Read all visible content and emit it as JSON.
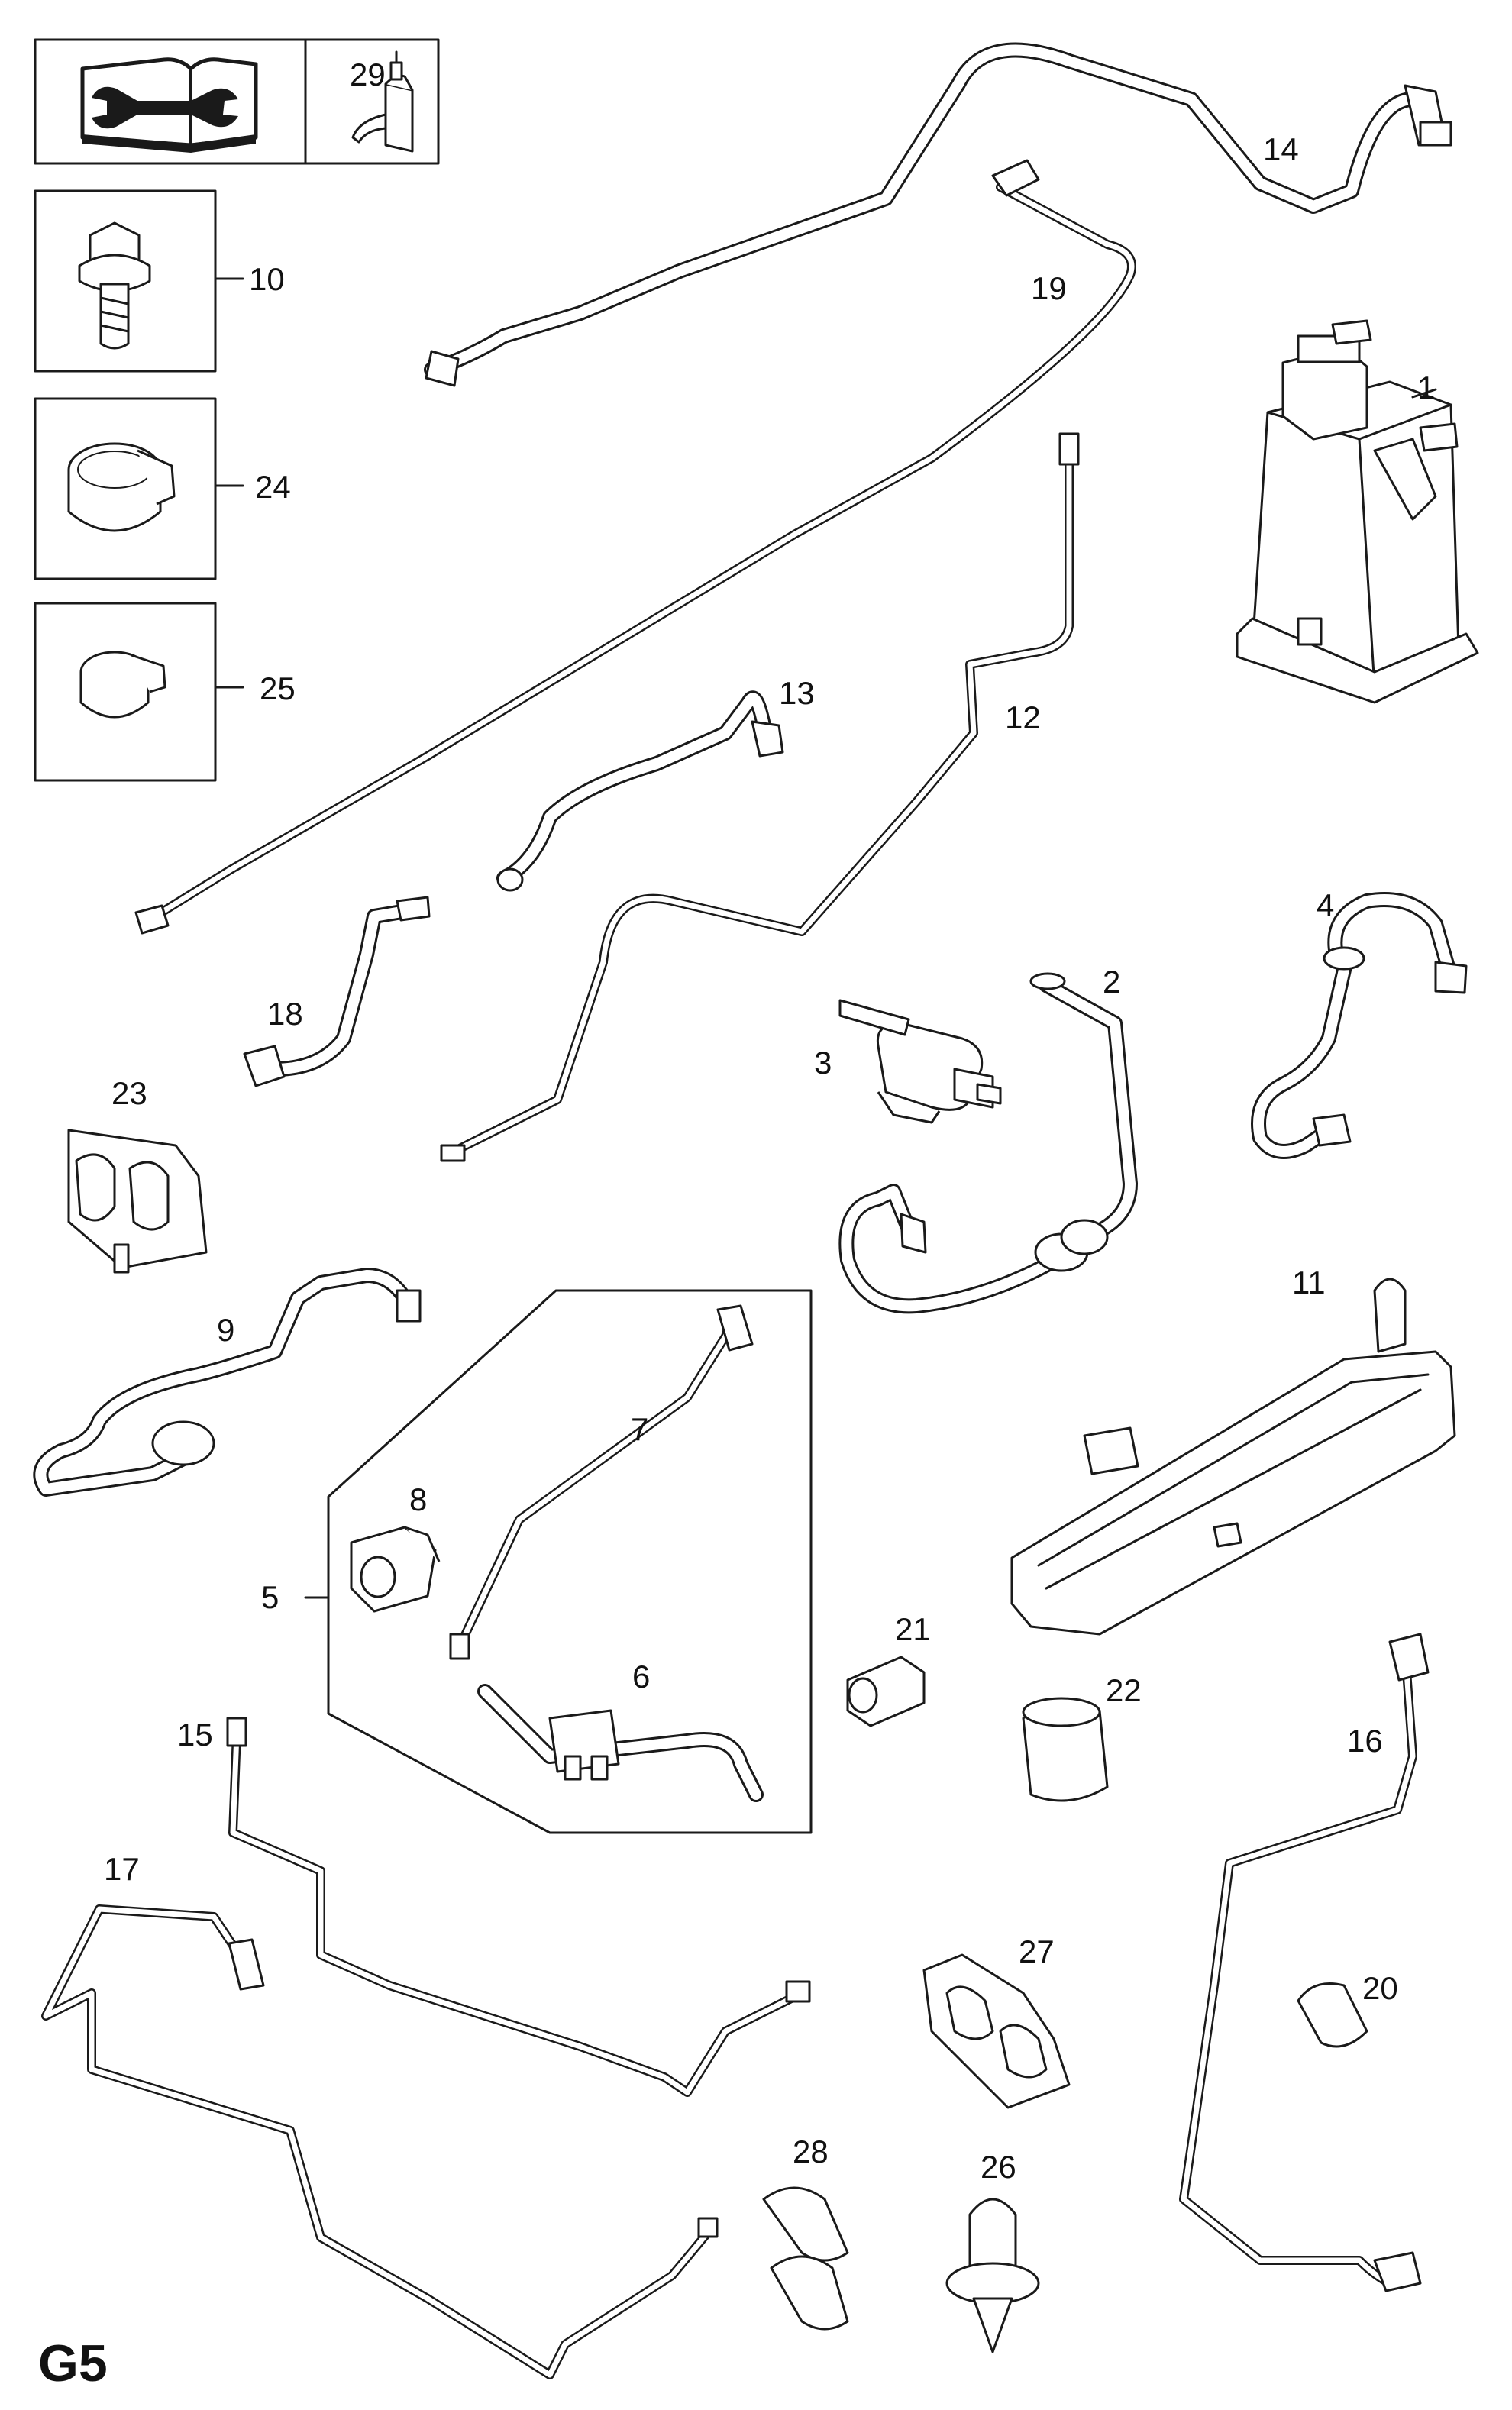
{
  "sheet_id": "G5",
  "callouts": [
    {
      "id": "1",
      "text": "1"
    },
    {
      "id": "2",
      "text": "2"
    },
    {
      "id": "3",
      "text": "3"
    },
    {
      "id": "4",
      "text": "4"
    },
    {
      "id": "5",
      "text": "5"
    },
    {
      "id": "6",
      "text": "6"
    },
    {
      "id": "7",
      "text": "7"
    },
    {
      "id": "8",
      "text": "8"
    },
    {
      "id": "9",
      "text": "9"
    },
    {
      "id": "10",
      "text": "10"
    },
    {
      "id": "11",
      "text": "11"
    },
    {
      "id": "12",
      "text": "12"
    },
    {
      "id": "13",
      "text": "13"
    },
    {
      "id": "14",
      "text": "14"
    },
    {
      "id": "15",
      "text": "15"
    },
    {
      "id": "16",
      "text": "16"
    },
    {
      "id": "17",
      "text": "17"
    },
    {
      "id": "18",
      "text": "18"
    },
    {
      "id": "19",
      "text": "19"
    },
    {
      "id": "20",
      "text": "20"
    },
    {
      "id": "21",
      "text": "21"
    },
    {
      "id": "22",
      "text": "22"
    },
    {
      "id": "23",
      "text": "23"
    },
    {
      "id": "24",
      "text": "24"
    },
    {
      "id": "25",
      "text": "25"
    },
    {
      "id": "26",
      "text": "26"
    },
    {
      "id": "27",
      "text": "27"
    },
    {
      "id": "28",
      "text": "28"
    },
    {
      "id": "29",
      "text": "29"
    }
  ],
  "icons": {
    "manual": "service-manual-wrench-icon",
    "adhesive": "adhesive-bottle-icon"
  }
}
